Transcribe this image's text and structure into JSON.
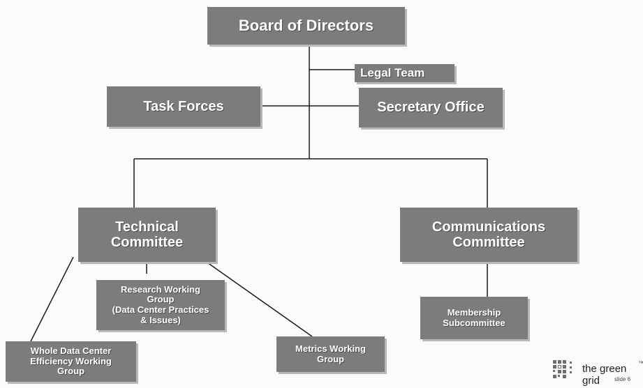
{
  "diagram": {
    "nodes": {
      "board": "Board of Directors",
      "legal": "Legal Team",
      "task_forces": "Task Forces",
      "secretary": "Secretary Office",
      "technical": "Technical\nCommittee",
      "communications": "Communications\nCommittee",
      "research": "Research Working\nGroup\n(Data Center Practices\n& Issues)",
      "membership": "Membership\nSubcommittee",
      "metrics": "Metrics Working\nGroup",
      "whole": "Whole Data Center\nEfficiency Working\nGroup"
    },
    "edges": [
      [
        "board",
        "legal"
      ],
      [
        "board",
        "task_forces"
      ],
      [
        "board",
        "secretary"
      ],
      [
        "board",
        "technical"
      ],
      [
        "board",
        "communications"
      ],
      [
        "technical",
        "research"
      ],
      [
        "technical",
        "whole"
      ],
      [
        "technical",
        "metrics"
      ],
      [
        "communications",
        "membership"
      ]
    ],
    "colors": {
      "box": "#7c7c7c",
      "line": "#1a1a1a",
      "text": "#ffffff"
    }
  },
  "footer": {
    "brand": "the green grid",
    "brand_mark": "™",
    "slide": "slide 6"
  }
}
